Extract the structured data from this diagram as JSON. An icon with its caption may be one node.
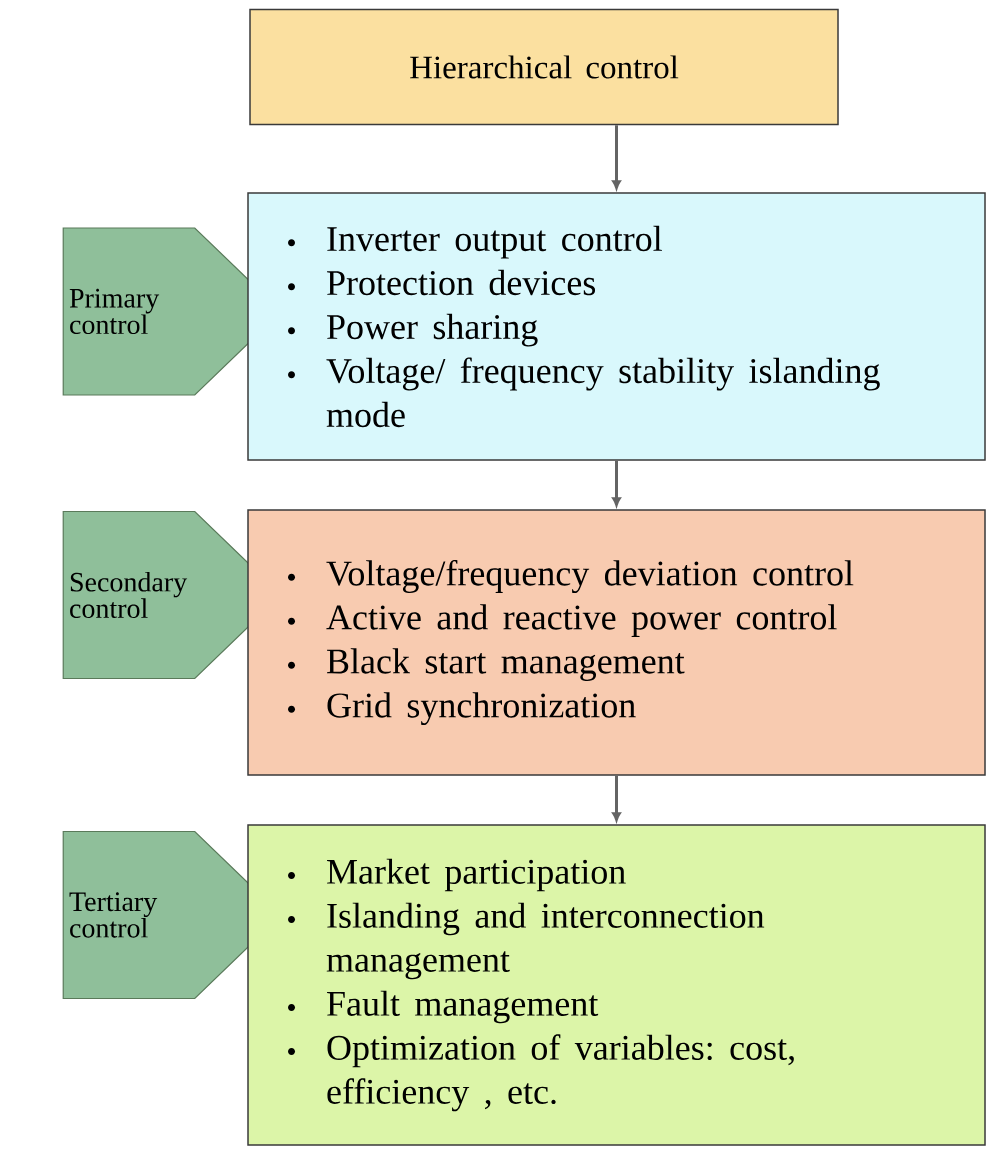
{
  "diagram": {
    "nodes": [
      {
        "text": [
          "Hierarchical control"
        ]
      },
      {
        "text": [
          "Primary control"
        ]
      },
      {
        "text": [
          "Inverter output control",
          "Protection devices",
          "Power sharing",
          "Voltage/ frequency stability islanding mode"
        ]
      },
      {
        "text": [
          "Secondary control"
        ]
      },
      {
        "text": [
          "Voltage/frequency deviation control",
          "Active and reactive power control",
          "Black start management",
          "Grid synchronization"
        ]
      },
      {
        "text": [
          "Tertiary control"
        ]
      },
      {
        "text": [
          "Market participation",
          "Islanding and interconnection management",
          "Fault management",
          "Optimization of variables: cost, efficiency , etc."
        ]
      }
    ],
    "edges": [
      {
        "from": 0,
        "to": 2,
        "arrow": "to"
      },
      {
        "from": 2,
        "to": 4,
        "arrow": "to"
      },
      {
        "from": 4,
        "to": 6,
        "arrow": "to"
      }
    ]
  }
}
